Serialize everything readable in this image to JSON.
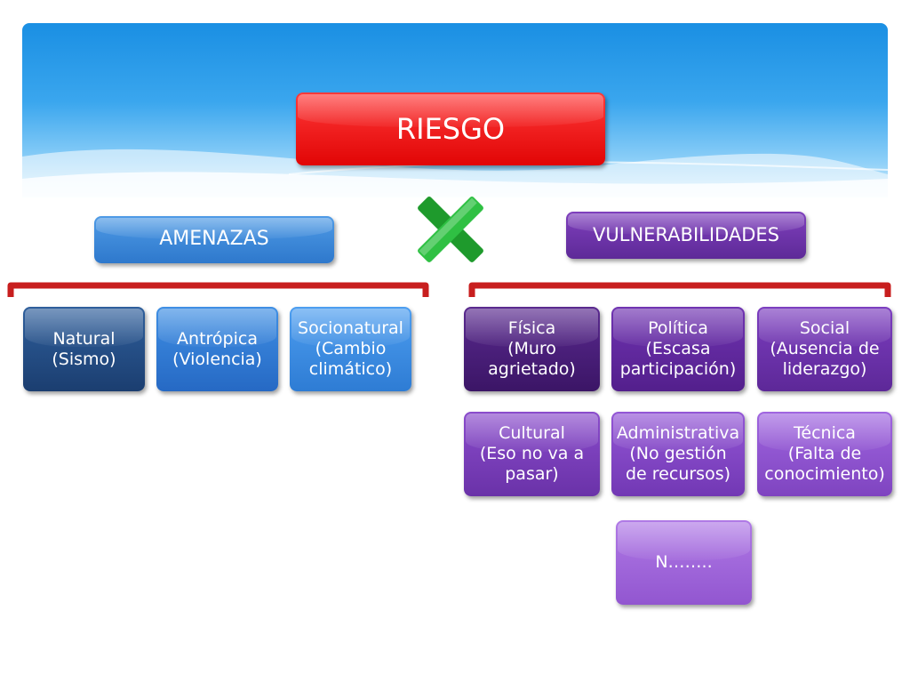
{
  "diagram": {
    "root": {
      "label": "RIESGO"
    },
    "operator": {
      "icon": "cross-multiply-icon",
      "color": "#22b033"
    },
    "amenazas": {
      "label": "AMENAZAS",
      "items": [
        "Natural\n(Sismo)",
        "Antrópica\n(Violencia)",
        "Socionatural\n(Cambio\nclimático)"
      ]
    },
    "vulnerabilidades": {
      "label": "VULNERABILIDADES",
      "items": [
        "Física\n(Muro\nagrietado)",
        "Política\n(Escasa\nparticipación)",
        "Social\n(Ausencia de\nliderazgo)",
        "Cultural\n(Eso no va a\npasar)",
        "Administrativa\n(No gestión\nde recursos)",
        "Técnica\n(Falta de\nconocimiento)",
        "N…….."
      ]
    },
    "colors": {
      "riesgo": "#e81010",
      "amenazas": "#3a86d8",
      "vulnerabilidades": "#6a32a8",
      "bracket": "#c81e1e",
      "background_sky": "#1a8fe3"
    }
  }
}
